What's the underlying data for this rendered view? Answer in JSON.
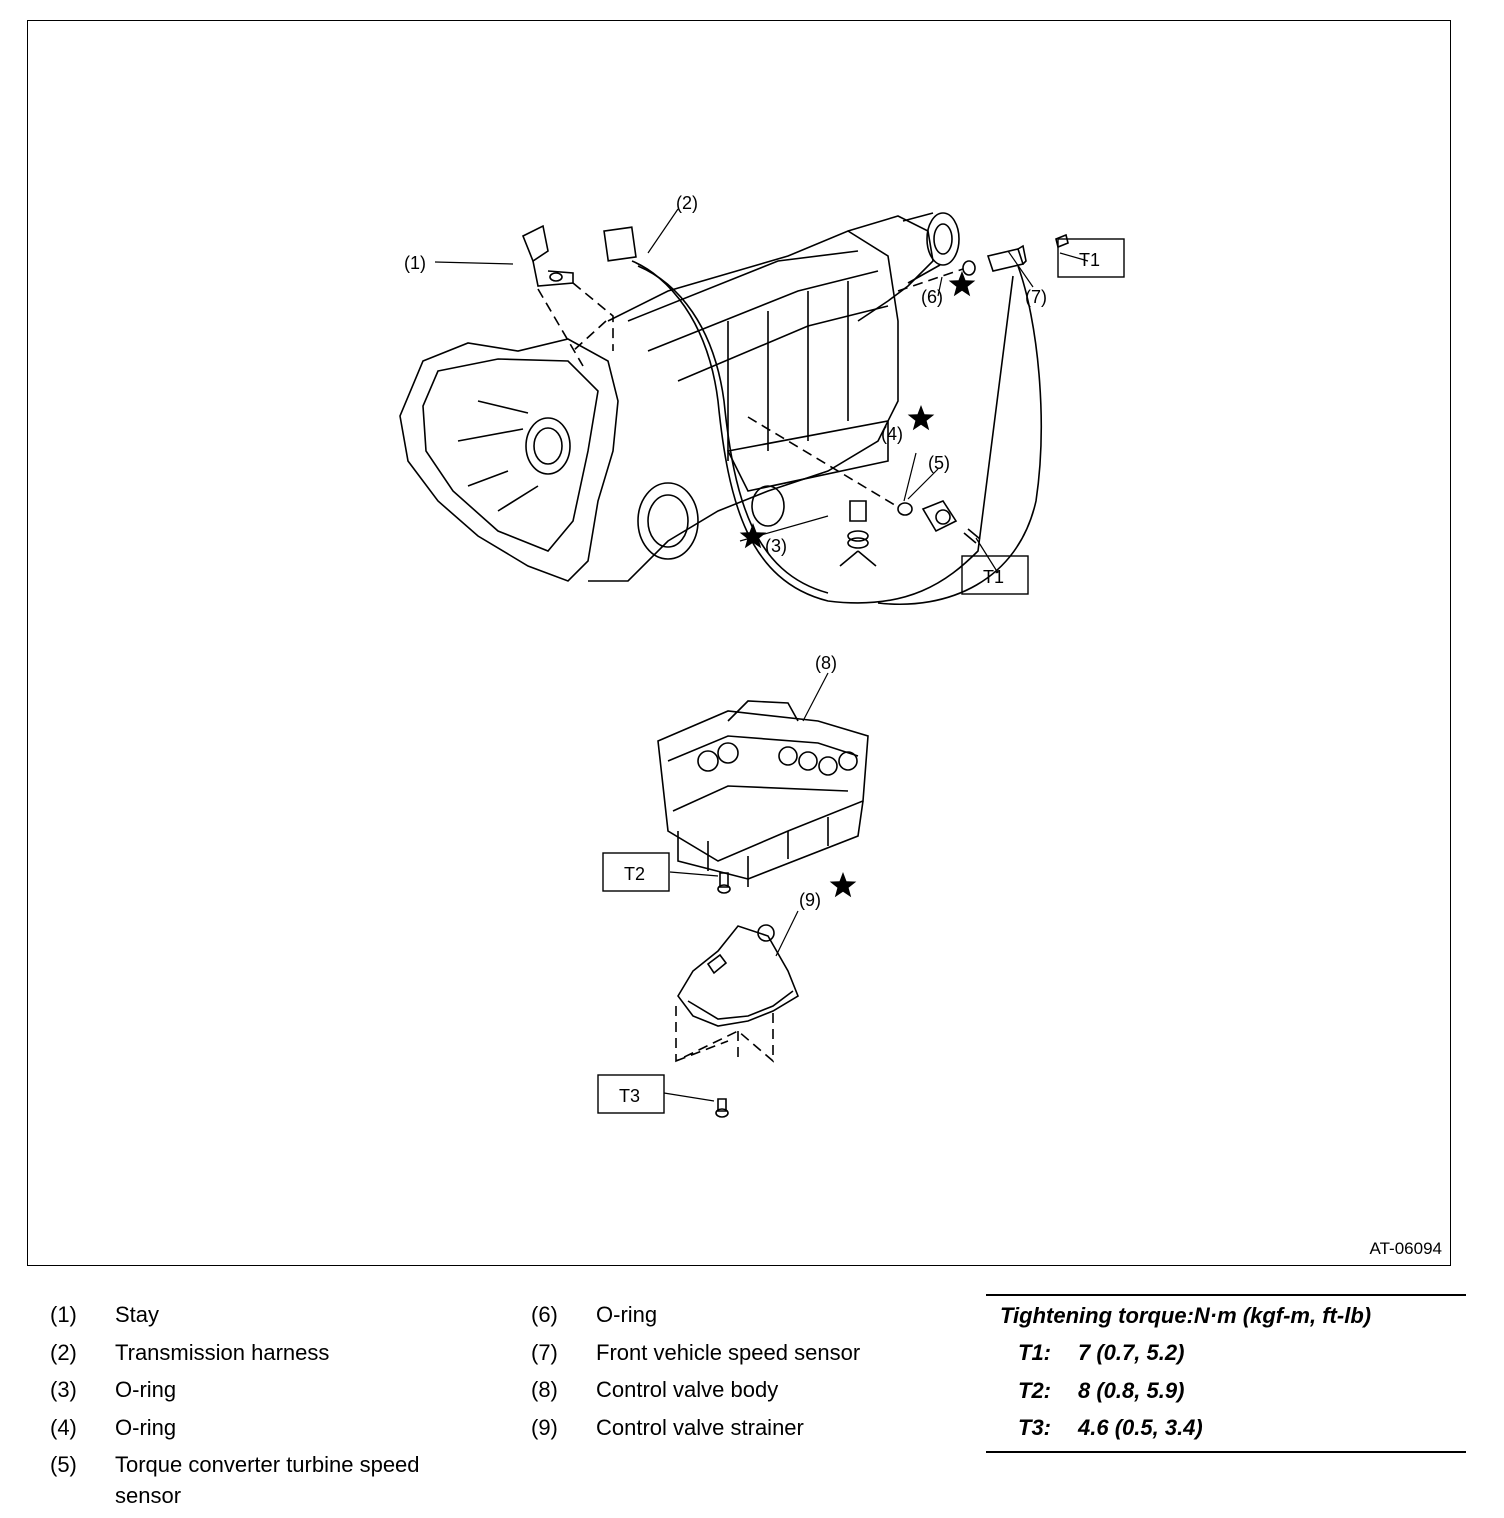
{
  "figure": {
    "id": "AT-06094",
    "callouts": [
      "(1)",
      "(2)",
      "(3)",
      "(4)",
      "(5)",
      "(6)",
      "(7)",
      "(8)",
      "(9)"
    ],
    "torque_boxes": [
      "T1",
      "T1",
      "T2",
      "T3"
    ]
  },
  "legend": [
    {
      "num": "(1)",
      "text": "Stay"
    },
    {
      "num": "(2)",
      "text": "Transmission harness"
    },
    {
      "num": "(3)",
      "text": "O-ring"
    },
    {
      "num": "(4)",
      "text": "O-ring"
    },
    {
      "num": "(5)",
      "text": "Torque converter turbine speed sensor"
    },
    {
      "num": "(6)",
      "text": "O-ring"
    },
    {
      "num": "(7)",
      "text": "Front vehicle speed sensor"
    },
    {
      "num": "(8)",
      "text": "Control valve body"
    },
    {
      "num": "(9)",
      "text": "Control valve strainer"
    }
  ],
  "torque": {
    "title": "Tightening torque:N·m (kgf-m, ft-lb)",
    "rows": [
      {
        "key": "T1:",
        "value": "7 (0.7, 5.2)"
      },
      {
        "key": "T2:",
        "value": "8 (0.8, 5.9)"
      },
      {
        "key": "T3:",
        "value": "4.6 (0.5, 3.4)"
      }
    ]
  }
}
